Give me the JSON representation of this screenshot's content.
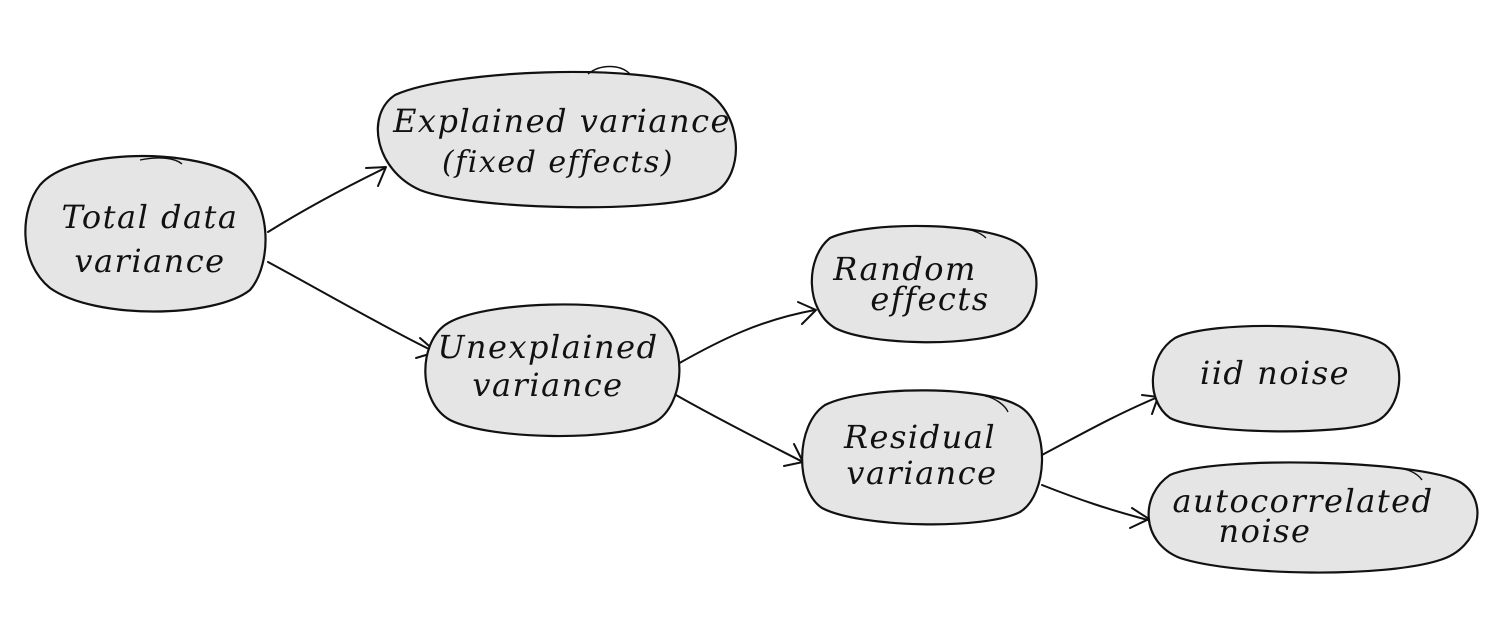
{
  "nodes": {
    "total": {
      "lines": [
        "Total data",
        "variance"
      ]
    },
    "explained": {
      "lines": [
        "Explained variance",
        "(fixed effects)"
      ]
    },
    "unexplained": {
      "lines": [
        "Unexplained",
        "variance"
      ]
    },
    "random": {
      "lines": [
        "Random",
        "effects"
      ]
    },
    "residual": {
      "lines": [
        "Residual",
        "variance"
      ]
    },
    "iid": {
      "lines": [
        "iid noise"
      ]
    },
    "autocorrelated": {
      "lines": [
        "autocorrelated",
        "noise"
      ]
    }
  },
  "edges": [
    {
      "from": "total",
      "to": "explained"
    },
    {
      "from": "total",
      "to": "unexplained"
    },
    {
      "from": "unexplained",
      "to": "random"
    },
    {
      "from": "unexplained",
      "to": "residual"
    },
    {
      "from": "residual",
      "to": "iid"
    },
    {
      "from": "residual",
      "to": "autocorrelated"
    }
  ],
  "colors": {
    "node_fill": "#e5e5e5",
    "stroke": "#111111",
    "background": "#ffffff"
  }
}
